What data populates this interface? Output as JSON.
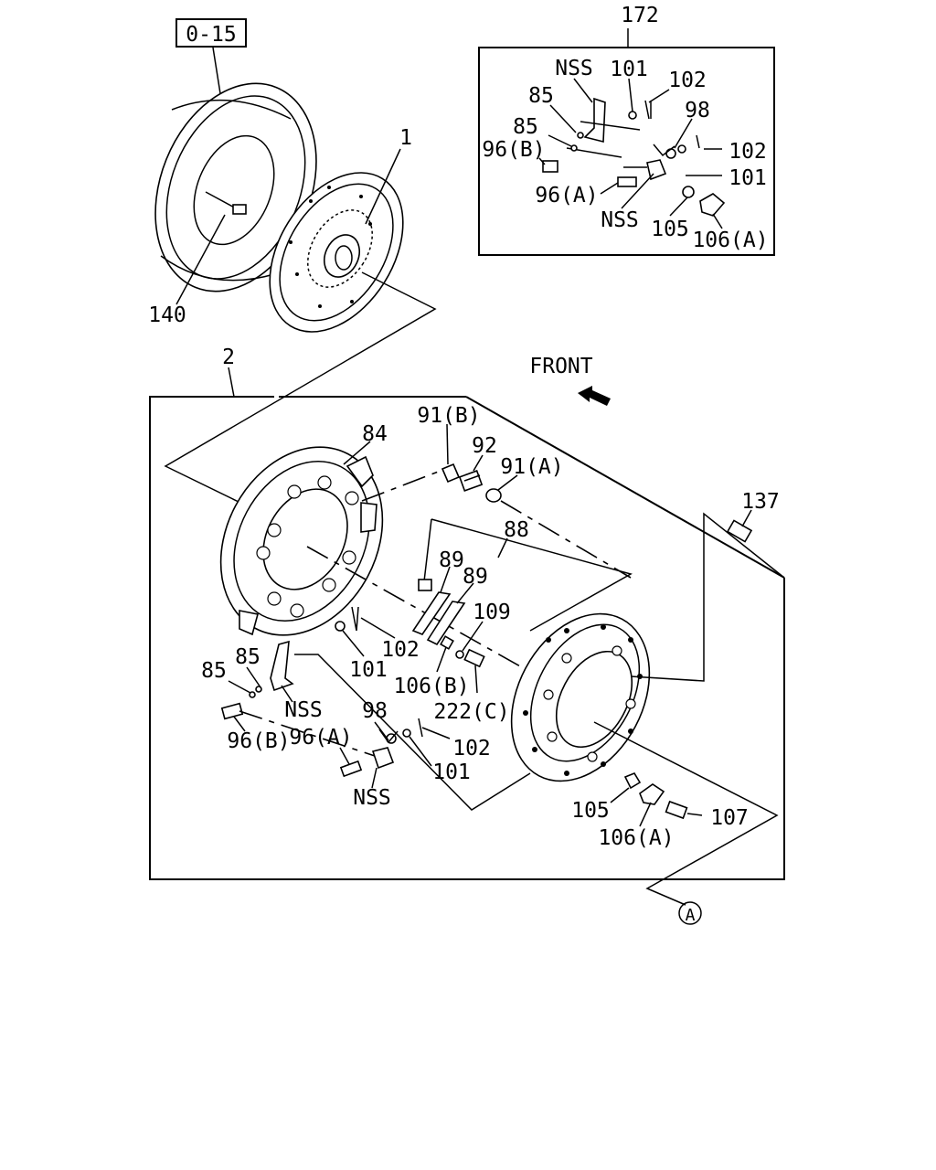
{
  "ref_box": "0-15",
  "front_label": "FRONT",
  "circle_ref": "A",
  "labels": {
    "l172": "172",
    "l1": "1",
    "l140": "140",
    "l2": "2",
    "l84": "84",
    "l137": "137",
    "i_nss_top": "NSS",
    "i_101a": "101",
    "i_102a": "102",
    "i_85a": "85",
    "i_85b": "85",
    "i_98": "98",
    "i_96b": "96(B)",
    "i_102b": "102",
    "i_101b": "101",
    "i_96a": "96(A)",
    "i_nss_bot": "NSS",
    "i_105": "105",
    "i_106a": "106(A)",
    "m_91b": "91(B)",
    "m_92": "92",
    "m_91a": "91(A)",
    "m_88": "88",
    "m_89a": "89",
    "m_89b": "89",
    "m_109": "109",
    "m_102": "102",
    "m_101": "101",
    "m_106b": "106(B)",
    "m_222c": "222(C)",
    "m_85a": "85",
    "m_85b": "85",
    "m_nss": "NSS",
    "m_96b": "96(B)",
    "m_96a": "96(A)",
    "m_98": "98",
    "m_102b": "102",
    "m_101b": "101",
    "m_nss2": "NSS",
    "m_105": "105",
    "m_106a": "106(A)",
    "m_107": "107"
  }
}
